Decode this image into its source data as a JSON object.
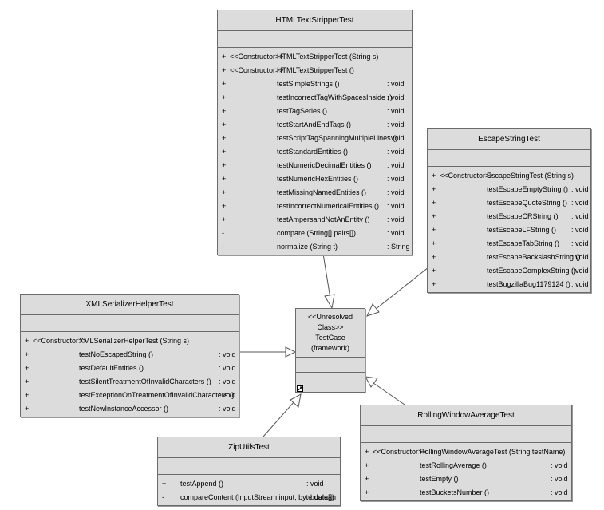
{
  "diagram": {
    "classes": [
      {
        "id": "html",
        "name": "HTMLTextStripperTest",
        "operations": [
          {
            "vis": "+",
            "stereo": "<<Constructor>>",
            "name": "HTMLTextStripperTest (String s)",
            "ret": ""
          },
          {
            "vis": "+",
            "stereo": "<<Constructor>>",
            "name": "HTMLTextStripperTest ()",
            "ret": ""
          },
          {
            "vis": "+",
            "stereo": "",
            "name": "testSimpleStrings ()",
            "ret": ": void"
          },
          {
            "vis": "+",
            "stereo": "",
            "name": "testIncorrectTagWithSpacesInside ()",
            "ret": ": void"
          },
          {
            "vis": "+",
            "stereo": "",
            "name": "testTagSeries ()",
            "ret": ": void"
          },
          {
            "vis": "+",
            "stereo": "",
            "name": "testStartAndEndTags ()",
            "ret": ": void"
          },
          {
            "vis": "+",
            "stereo": "",
            "name": "testScriptTagSpanningMultipleLines ()",
            "ret": ": void"
          },
          {
            "vis": "+",
            "stereo": "",
            "name": "testStandardEntities ()",
            "ret": ": void"
          },
          {
            "vis": "+",
            "stereo": "",
            "name": "testNumericDecimalEntities ()",
            "ret": ": void"
          },
          {
            "vis": "+",
            "stereo": "",
            "name": "testNumericHexEntities ()",
            "ret": ": void"
          },
          {
            "vis": "+",
            "stereo": "",
            "name": "testMissingNamedEntities ()",
            "ret": ": void"
          },
          {
            "vis": "+",
            "stereo": "",
            "name": "testIncorrectNumericalEntities ()",
            "ret": ": void"
          },
          {
            "vis": "+",
            "stereo": "",
            "name": "testAmpersandNotAnEntity ()",
            "ret": ": void"
          },
          {
            "vis": "-",
            "stereo": "",
            "name": "compare (String[] pairs[])",
            "ret": ": void"
          },
          {
            "vis": "-",
            "stereo": "",
            "name": "normalize (String t)",
            "ret": ": String"
          }
        ]
      },
      {
        "id": "escape",
        "name": "EscapeStringTest",
        "operations": [
          {
            "vis": "+",
            "stereo": "<<Constructor>>",
            "name": "EscapeStringTest (String s)",
            "ret": ""
          },
          {
            "vis": "+",
            "stereo": "",
            "name": "testEscapeEmptyString ()",
            "ret": ": void"
          },
          {
            "vis": "+",
            "stereo": "",
            "name": "testEscapeQuoteString ()",
            "ret": ": void"
          },
          {
            "vis": "+",
            "stereo": "",
            "name": "testEscapeCRString ()",
            "ret": ": void"
          },
          {
            "vis": "+",
            "stereo": "",
            "name": "testEscapeLFString ()",
            "ret": ": void"
          },
          {
            "vis": "+",
            "stereo": "",
            "name": "testEscapeTabString ()",
            "ret": ": void"
          },
          {
            "vis": "+",
            "stereo": "",
            "name": "testEscapeBackslashString ()",
            "ret": ": void"
          },
          {
            "vis": "+",
            "stereo": "",
            "name": "testEscapeComplexString ()",
            "ret": ": void"
          },
          {
            "vis": "+",
            "stereo": "",
            "name": "testBugzillaBug1179124 ()",
            "ret": ": void"
          }
        ]
      },
      {
        "id": "xml",
        "name": "XMLSerializerHelperTest",
        "operations": [
          {
            "vis": "+",
            "stereo": "<<Constructor>>",
            "name": "XMLSerializerHelperTest (String s)",
            "ret": ""
          },
          {
            "vis": "+",
            "stereo": "",
            "name": "testNoEscapedString ()",
            "ret": ": void"
          },
          {
            "vis": "+",
            "stereo": "",
            "name": "testDefaultEntities ()",
            "ret": ": void"
          },
          {
            "vis": "+",
            "stereo": "",
            "name": "testSilentTreatmentOfInvalidCharacters ()",
            "ret": ": void"
          },
          {
            "vis": "+",
            "stereo": "",
            "name": "testExceptionOnTreatmentOfInvalidCharacters ()",
            "ret": ": void"
          },
          {
            "vis": "+",
            "stereo": "",
            "name": "testNewInstanceAccessor ()",
            "ret": ": void"
          }
        ]
      },
      {
        "id": "zip",
        "name": "ZipUtilsTest",
        "operations": [
          {
            "vis": "+",
            "stereo": "",
            "name": "testAppend ()",
            "ret": ": void"
          },
          {
            "vis": "-",
            "stereo": "",
            "name": "compareContent (InputStream input, byte data[])",
            "ret": ": boolean"
          }
        ]
      },
      {
        "id": "rolling",
        "name": "RollingWindowAverageTest",
        "operations": [
          {
            "vis": "+",
            "stereo": "<<Constructor>>",
            "name": "RollingWindowAverageTest (String testName)",
            "ret": ""
          },
          {
            "vis": "+",
            "stereo": "",
            "name": "testRollingAverage ()",
            "ret": ": void"
          },
          {
            "vis": "+",
            "stereo": "",
            "name": "testEmpty ()",
            "ret": ": void"
          },
          {
            "vis": "+",
            "stereo": "",
            "name": "testBucketsNumber ()",
            "ret": ": void"
          }
        ]
      }
    ],
    "testcase": {
      "stereotype": "<<Unresolved Class>>",
      "name": "TestCase",
      "package": "(framework)"
    }
  }
}
